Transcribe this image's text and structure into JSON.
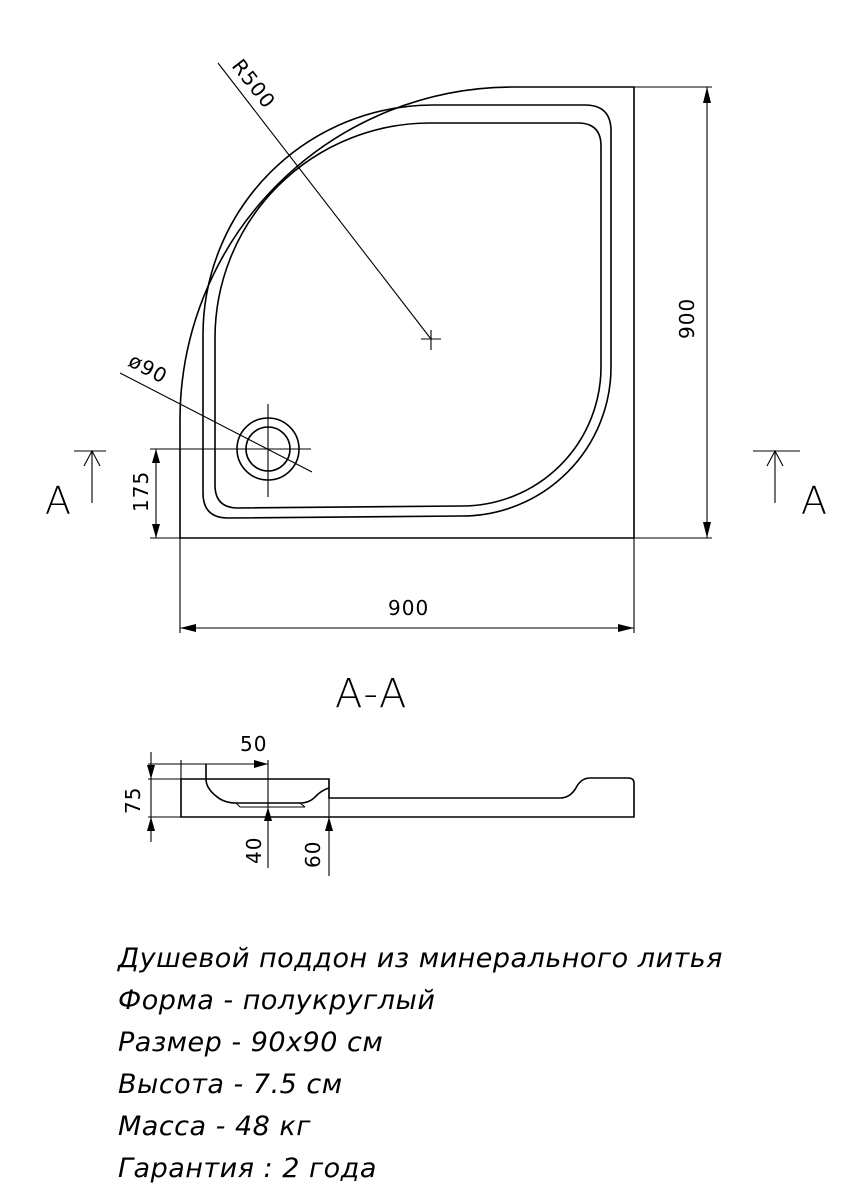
{
  "plan_view": {
    "radius_label": "R500",
    "drain_diameter_label": "ø90",
    "width_label": "900",
    "height_label": "900",
    "drain_offset_label": "175",
    "section_marker_left": "A",
    "section_marker_right": "A"
  },
  "section_view": {
    "title": "A-A",
    "rim_width_label": "50",
    "height_label": "75",
    "drain_depth_label": "40",
    "drain_offset_label": "60"
  },
  "specifications": [
    "Душевой поддон из минерального литья",
    "Форма - полукруглый",
    "Размер - 90x90 см",
    "Высота - 7.5 см",
    "Масса -  48 кг",
    "Гарантия : 2 года"
  ]
}
